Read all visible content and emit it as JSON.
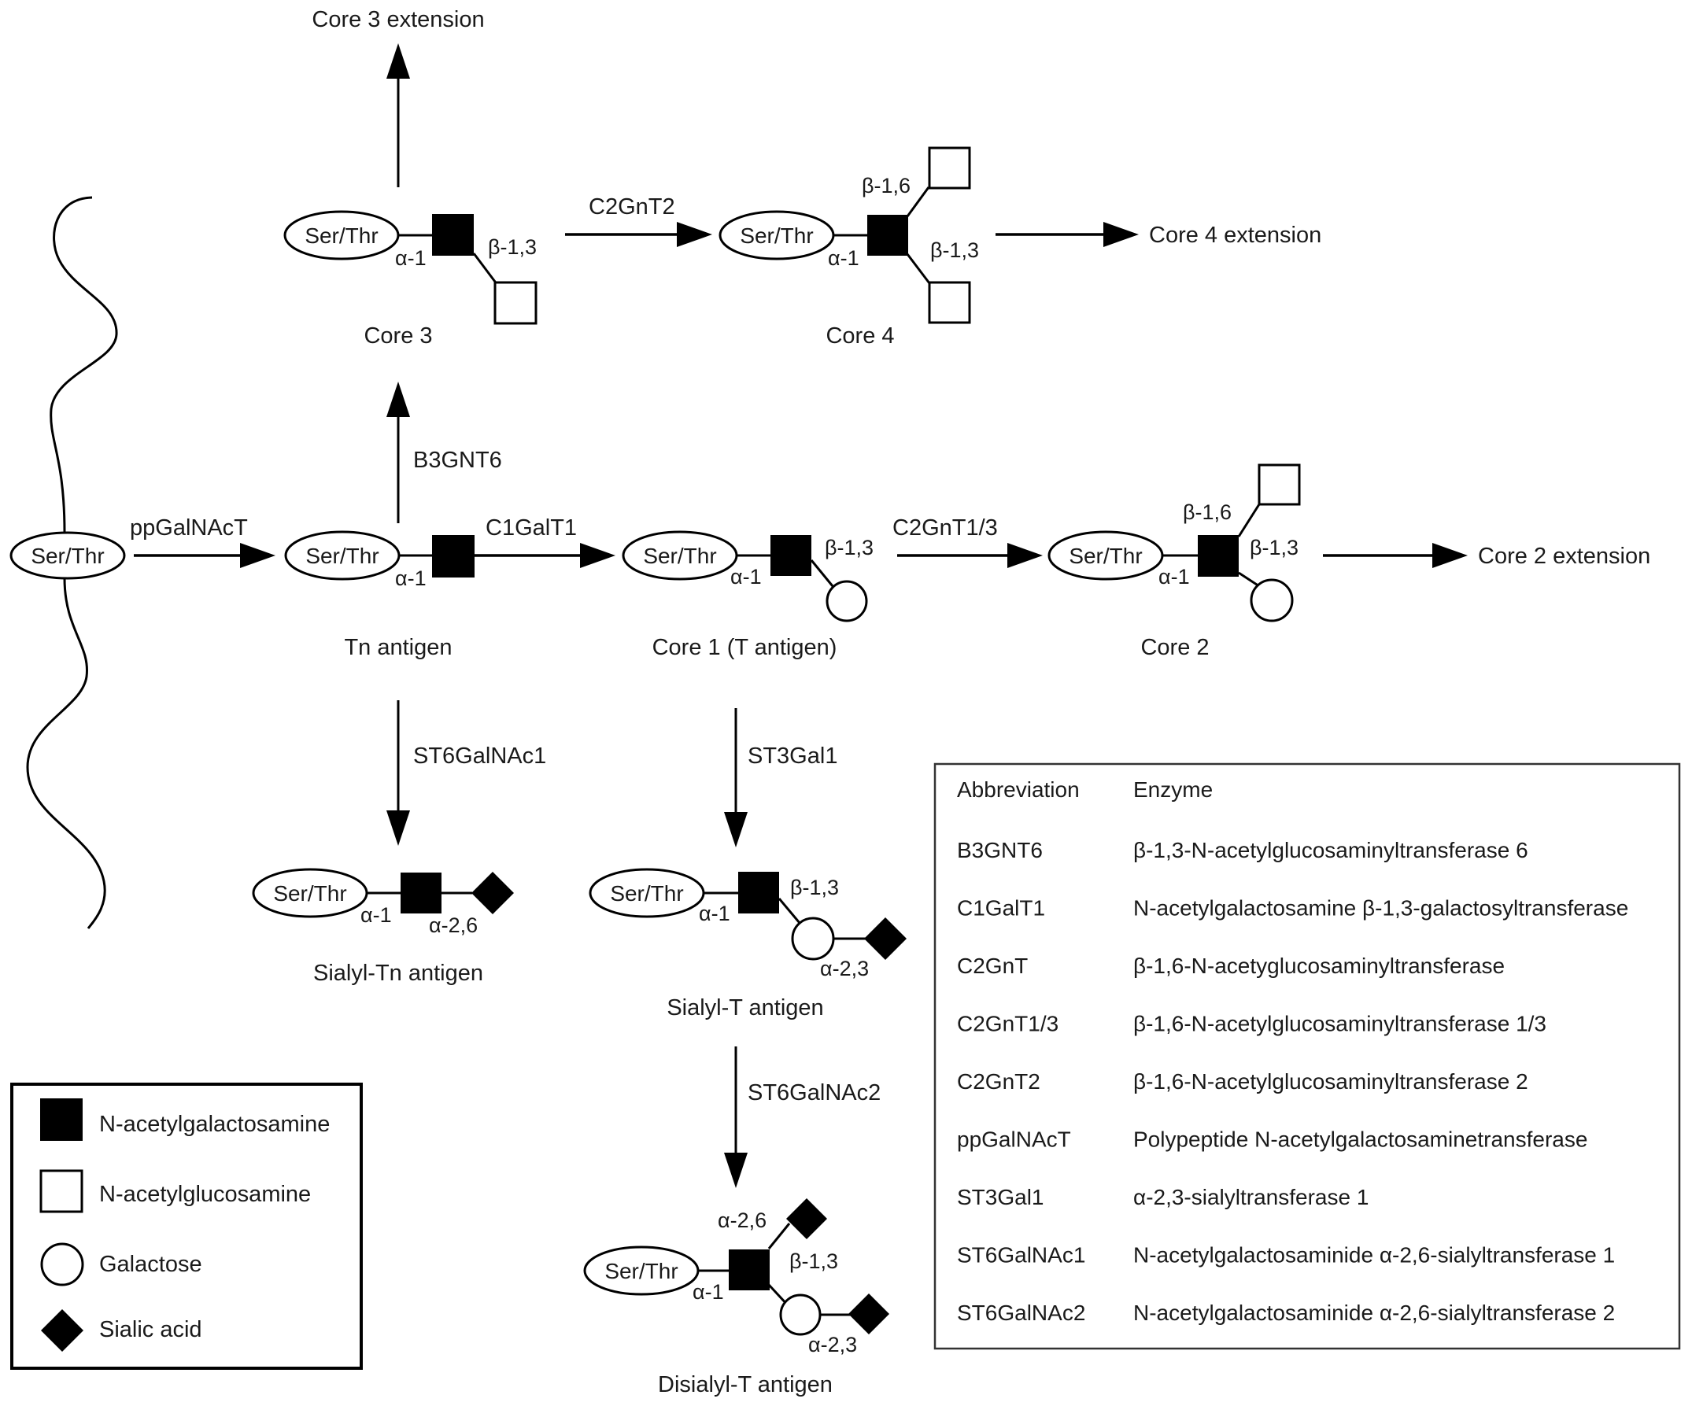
{
  "title_labels": {
    "core3_extension": "Core 3 extension",
    "core4_extension": "Core 4 extension",
    "core2_extension": "Core 2 extension"
  },
  "peptide_label": "Ser/Thr",
  "enzymes": {
    "ppGalNAcT": "ppGalNAcT",
    "B3GNT6": "B3GNT6",
    "C1GalT1": "C1GalT1",
    "C2GnT2": "C2GnT2",
    "C2GnT1_3": "C2GnT1/3",
    "ST6GalNAc1": "ST6GalNAc1",
    "ST3Gal1": "ST3Gal1",
    "ST6GalNAc2": "ST6GalNAc2"
  },
  "structures": {
    "core3": "Core 3",
    "core4": "Core 4",
    "tn": "Tn antigen",
    "core1": "Core 1 (T antigen)",
    "core2": "Core 2",
    "sialyl_tn": "Sialyl-Tn antigen",
    "sialyl_t": "Sialyl-T antigen",
    "disialyl_t": "Disialyl-T antigen"
  },
  "linkages": {
    "a1": "α-1",
    "b13": "β-1,3",
    "b16": "β-1,6",
    "a26": "α-2,6",
    "a23": "α-2,3"
  },
  "legend": {
    "items": [
      {
        "symbol": "filled-square",
        "label": "N-acetylgalactosamine"
      },
      {
        "symbol": "open-square",
        "label": "N-acetylglucosamine"
      },
      {
        "symbol": "open-circle",
        "label": "Galactose"
      },
      {
        "symbol": "filled-diamond",
        "label": "Sialic acid"
      }
    ]
  },
  "abbreviation_table": {
    "headers": [
      "Abbreviation",
      "Enzyme"
    ],
    "rows": [
      [
        "B3GNT6",
        "β-1,3-N-acetylglucosaminyltransferase 6"
      ],
      [
        "C1GalT1",
        "N-acetylgalactosamine β-1,3-galactosyltransferase"
      ],
      [
        "C2GnT",
        "β-1,6-N-acetyglucosaminyltransferase"
      ],
      [
        "C2GnT1/3",
        "β-1,6-N-acetylglucosaminyltransferase 1/3"
      ],
      [
        "C2GnT2",
        "β-1,6-N-acetylglucosaminyltransferase 2"
      ],
      [
        "ppGalNAcT",
        "Polypeptide N-acetylgalactosaminetransferase"
      ],
      [
        "ST3Gal1",
        "α-2,3-sialyltransferase 1"
      ],
      [
        "ST6GalNAc1",
        "N-acetylgalactosaminide α-2,6-sialyltransferase 1"
      ],
      [
        "ST6GalNAc2",
        "N-acetylgalactosaminide α-2,6-sialyltransferase 2"
      ]
    ]
  },
  "colors": {
    "ink": "#000000",
    "text": "#1a1a1a",
    "background": "#ffffff"
  }
}
